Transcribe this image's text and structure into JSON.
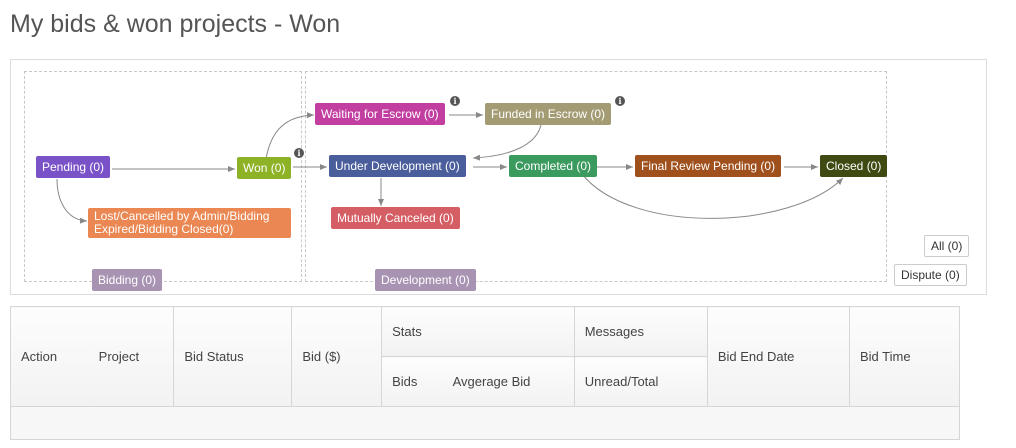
{
  "title": "My bids & won projects - Won",
  "flow": {
    "nodes": [
      {
        "id": "pending",
        "label": "Pending (0)",
        "color": "#7a52c7"
      },
      {
        "id": "won",
        "label": "Won (0)",
        "color": "#8db226"
      },
      {
        "id": "waiting_escrow",
        "label": "Waiting for Escrow (0)",
        "color": "#c23ea0"
      },
      {
        "id": "funded_escrow",
        "label": "Funded in Escrow (0)",
        "color": "#a39b73"
      },
      {
        "id": "under_dev",
        "label": "Under Development (0)",
        "color": "#4a5e9c"
      },
      {
        "id": "completed",
        "label": "Completed (0)",
        "color": "#3b9a5e"
      },
      {
        "id": "final_review",
        "label": "Final Review Pending (0)",
        "color": "#a0501c"
      },
      {
        "id": "closed",
        "label": "Closed (0)",
        "color": "#3f4a12"
      },
      {
        "id": "lost",
        "label": "Lost/Cancelled by Admin/Bidding Expired/Bidding Closed(0)",
        "color": "#ea8752"
      },
      {
        "id": "mutually_canceled",
        "label": "Mutually Canceled (0)",
        "color": "#d55e65"
      },
      {
        "id": "bidding",
        "label": "Bidding (0)",
        "color": "#a993b3"
      },
      {
        "id": "development",
        "label": "Development (0)",
        "color": "#a993b3"
      }
    ],
    "filters": {
      "all": "All (0)",
      "dispute": "Dispute (0)"
    }
  },
  "table": {
    "headers": {
      "action": "Action",
      "project": "Project",
      "bid_status": "Bid Status",
      "bid": "Bid ($)",
      "stats": "Stats",
      "messages": "Messages",
      "bid_end_date": "Bid End Date",
      "bid_time": "Bid Time",
      "bids": "Bids",
      "average_bid": "Avgerage Bid",
      "unread_total": "Unread/Total"
    }
  }
}
